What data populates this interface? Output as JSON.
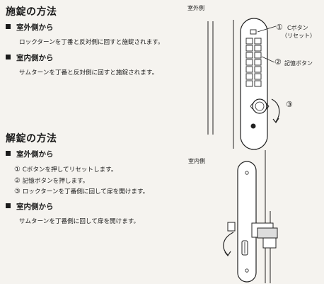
{
  "lock_section": {
    "title": "施錠の方法",
    "outside": {
      "heading": "室外側から",
      "text": "ロックターンを丁番と反対側に回すと施錠されます。"
    },
    "inside": {
      "heading": "室内側から",
      "text": "サムターンを丁番と反対側に回すと施錠されます。"
    }
  },
  "unlock_section": {
    "title": "解錠の方法",
    "outside": {
      "heading": "室外側から",
      "steps": [
        {
          "num": "①",
          "text": "Cボタンを押してリセットします。"
        },
        {
          "num": "②",
          "text": "記憶ボタンを押します。"
        },
        {
          "num": "③",
          "text": "ロックターンを丁番側に回して扉を開けます。"
        }
      ]
    },
    "inside": {
      "heading": "室内側から",
      "text": "サムターンを丁番側に回して扉を開けます。"
    }
  },
  "diagram_outside": {
    "side_label": "室外側",
    "callout1_num": "①",
    "callout1_line1": "Cボタン",
    "callout1_line2": "（リセット）",
    "callout2_num": "②",
    "callout2_text": "記憶ボタン",
    "callout3_num": "③"
  },
  "diagram_inside": {
    "side_label": "室内側"
  }
}
